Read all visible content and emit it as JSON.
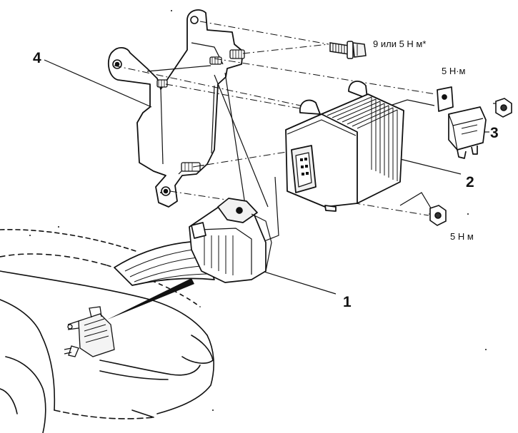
{
  "callouts": {
    "part_1": "1",
    "part_2": "2",
    "part_3": "3",
    "part_4": "4"
  },
  "torques": {
    "bolt_top": "9 или 5 Н м*",
    "relay_mount": "5 Н·м",
    "nut_lower": "5 Н м"
  },
  "colors": {
    "ink": "#111111",
    "paper": "#ffffff"
  }
}
